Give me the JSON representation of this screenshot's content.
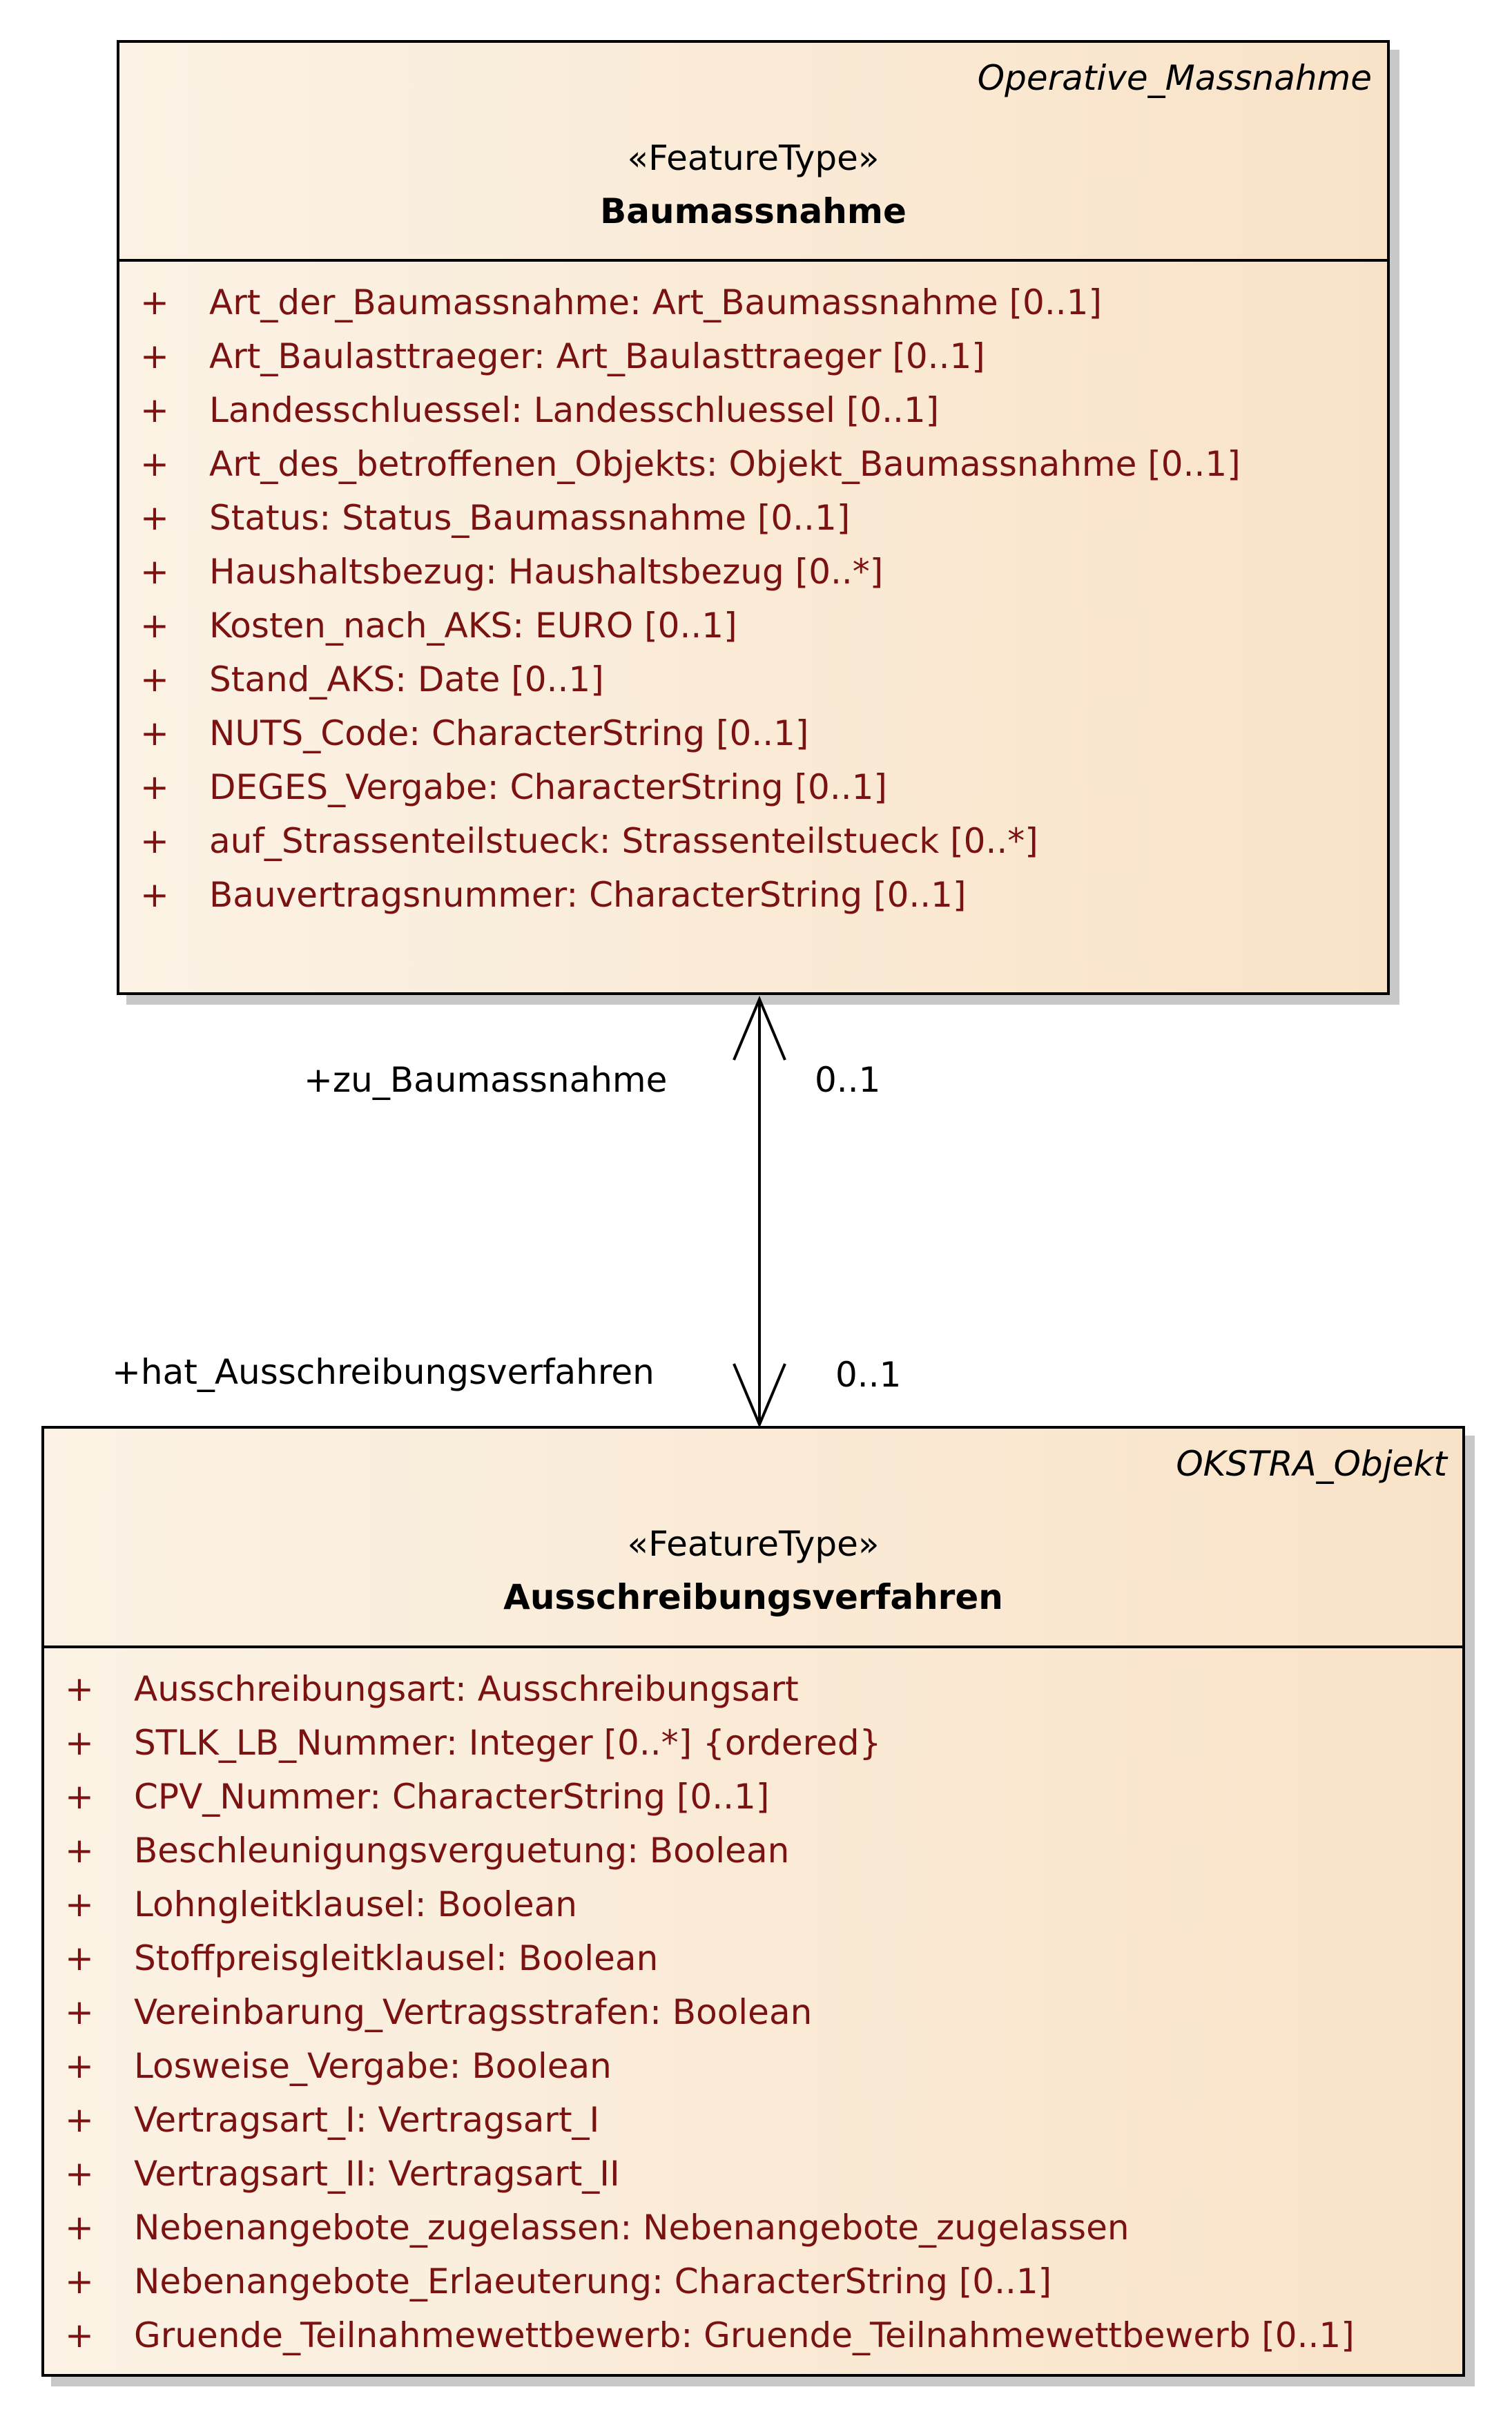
{
  "classes": [
    {
      "package": "Operative_Massnahme",
      "stereotype": "«FeatureType»",
      "name": "Baumassnahme",
      "attributes": [
        {
          "vis": "+",
          "text": "Art_der_Baumassnahme: Art_Baumassnahme [0..1]"
        },
        {
          "vis": "+",
          "text": "Art_Baulasttraeger: Art_Baulasttraeger [0..1]"
        },
        {
          "vis": "+",
          "text": "Landesschluessel: Landesschluessel [0..1]"
        },
        {
          "vis": "+",
          "text": "Art_des_betroffenen_Objekts: Objekt_Baumassnahme [0..1]"
        },
        {
          "vis": "+",
          "text": "Status: Status_Baumassnahme [0..1]"
        },
        {
          "vis": "+",
          "text": "Haushaltsbezug: Haushaltsbezug [0..*]"
        },
        {
          "vis": "+",
          "text": "Kosten_nach_AKS: EURO [0..1]"
        },
        {
          "vis": "+",
          "text": "Stand_AKS: Date [0..1]"
        },
        {
          "vis": "+",
          "text": "NUTS_Code: CharacterString [0..1]"
        },
        {
          "vis": "+",
          "text": "DEGES_Vergabe: CharacterString [0..1]"
        },
        {
          "vis": "+",
          "text": "auf_Strassenteilstueck: Strassenteilstueck [0..*]"
        },
        {
          "vis": "+",
          "text": "Bauvertragsnummer: CharacterString [0..1]"
        }
      ]
    },
    {
      "package": "OKSTRA_Objekt",
      "stereotype": "«FeatureType»",
      "name": "Ausschreibungsverfahren",
      "attributes": [
        {
          "vis": "+",
          "text": "Ausschreibungsart: Ausschreibungsart"
        },
        {
          "vis": "+",
          "text": "STLK_LB_Nummer: Integer [0..*] {ordered}"
        },
        {
          "vis": "+",
          "text": "CPV_Nummer: CharacterString [0..1]"
        },
        {
          "vis": "+",
          "text": "Beschleunigungsverguetung: Boolean"
        },
        {
          "vis": "+",
          "text": "Lohngleitklausel: Boolean"
        },
        {
          "vis": "+",
          "text": "Stoffpreisgleitklausel: Boolean"
        },
        {
          "vis": "+",
          "text": "Vereinbarung_Vertragsstrafen: Boolean"
        },
        {
          "vis": "+",
          "text": "Losweise_Vergabe: Boolean"
        },
        {
          "vis": "+",
          "text": "Vertragsart_I: Vertragsart_I"
        },
        {
          "vis": "+",
          "text": "Vertragsart_II: Vertragsart_II"
        },
        {
          "vis": "+",
          "text": "Nebenangebote_zugelassen: Nebenangebote_zugelassen"
        },
        {
          "vis": "+",
          "text": "Nebenangebote_Erlaeuterung: CharacterString [0..1]"
        },
        {
          "vis": "+",
          "text": "Gruende_Teilnahmewettbewerb: Gruende_Teilnahmewettbewerb [0..1]"
        }
      ]
    }
  ],
  "association": {
    "top_role": "+zu_Baumassnahme",
    "top_multiplicity": "0..1",
    "bottom_role": "+hat_Ausschreibungsverfahren",
    "bottom_multiplicity": "0..1"
  }
}
